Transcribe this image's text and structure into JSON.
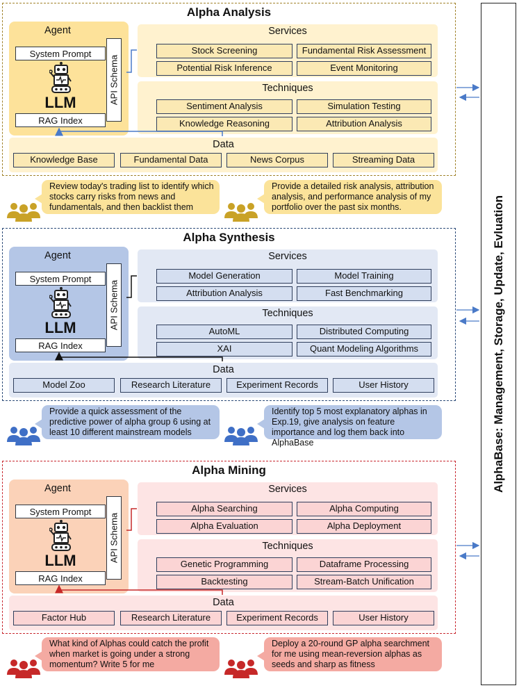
{
  "sidebar": {
    "label": "AlphaBase: Management, Storage, Update, Evluation"
  },
  "common": {
    "agent": "Agent",
    "system_prompt": "System Prompt",
    "llm": "LLM",
    "rag_index": "RAG Index",
    "api_schema": "API Schema",
    "services": "Services",
    "techniques": "Techniques",
    "data": "Data"
  },
  "analysis": {
    "title": "Alpha Analysis",
    "services": [
      "Stock Screening",
      "Fundamental Risk Assessment",
      "Potential Risk Inference",
      "Event Monitoring"
    ],
    "techniques": [
      "Sentiment Analysis",
      "Simulation Testing",
      "Knowledge Reasoning",
      "Attribution Analysis"
    ],
    "data": [
      "Knowledge Base",
      "Fundamental Data",
      "News Corpus",
      "Streaming Data"
    ],
    "bubbles": [
      "Review today's trading list to identify which stocks carry risks from news and fundamentals, and then backlist them",
      "Provide a detailed risk analysis, attribution analysis, and performance analysis of my portfolio over the past six months."
    ]
  },
  "synthesis": {
    "title": "Alpha Synthesis",
    "services": [
      "Model Generation",
      "Model Training",
      "Attribution Analysis",
      "Fast Benchmarking"
    ],
    "techniques": [
      "AutoML",
      "Distributed Computing",
      "XAI",
      "Quant Modeling Algorithms"
    ],
    "data": [
      "Model Zoo",
      "Research Literature",
      "Experiment Records",
      "User History"
    ],
    "bubbles": [
      "Provide a quick assessment of the predictive power of alpha group 6 using at least 10 different mainstream models",
      "Identify top 5 most explanatory alphas in Exp.19, give analysis on feature importance and log them back into AlphaBase"
    ]
  },
  "mining": {
    "title": "Alpha Mining",
    "services": [
      "Alpha Searching",
      "Alpha Computing",
      "Alpha Evaluation",
      "Alpha Deployment"
    ],
    "techniques": [
      "Genetic Programming",
      "Dataframe Processing",
      "Backtesting",
      "Stream-Batch Unification"
    ],
    "data": [
      "Factor Hub",
      "Research Literature",
      "Experiment Records",
      "User History"
    ],
    "bubbles": [
      "What kind of Alphas could catch the profit when market is going under a strong momentum? Write 5 for me",
      "Deploy a 20-round GP alpha searchment for me using mean-reversion alphas as seeds and sharp as fitness"
    ]
  },
  "colors": {
    "analysis": {
      "border": "#a0822a",
      "agent": "#fde29a",
      "panel": "#fff2cf",
      "box": "#fbe9b4",
      "bubble": "#fbe39a",
      "user": "#c9a227",
      "arrow": "#4a7ac8"
    },
    "synthesis": {
      "border": "#2b4a78",
      "agent": "#b4c6e6",
      "panel": "#e2e8f4",
      "box": "#d4def0",
      "bubble": "#b4c6e6",
      "user": "#3f6fc6",
      "arrow": "#111111"
    },
    "mining": {
      "border": "#c8262e",
      "agent": "#fbd2b8",
      "panel": "#fde4e4",
      "box": "#fbd4d4",
      "bubble": "#f4aaa2",
      "user": "#c62828",
      "arrow": "#c62828"
    }
  }
}
